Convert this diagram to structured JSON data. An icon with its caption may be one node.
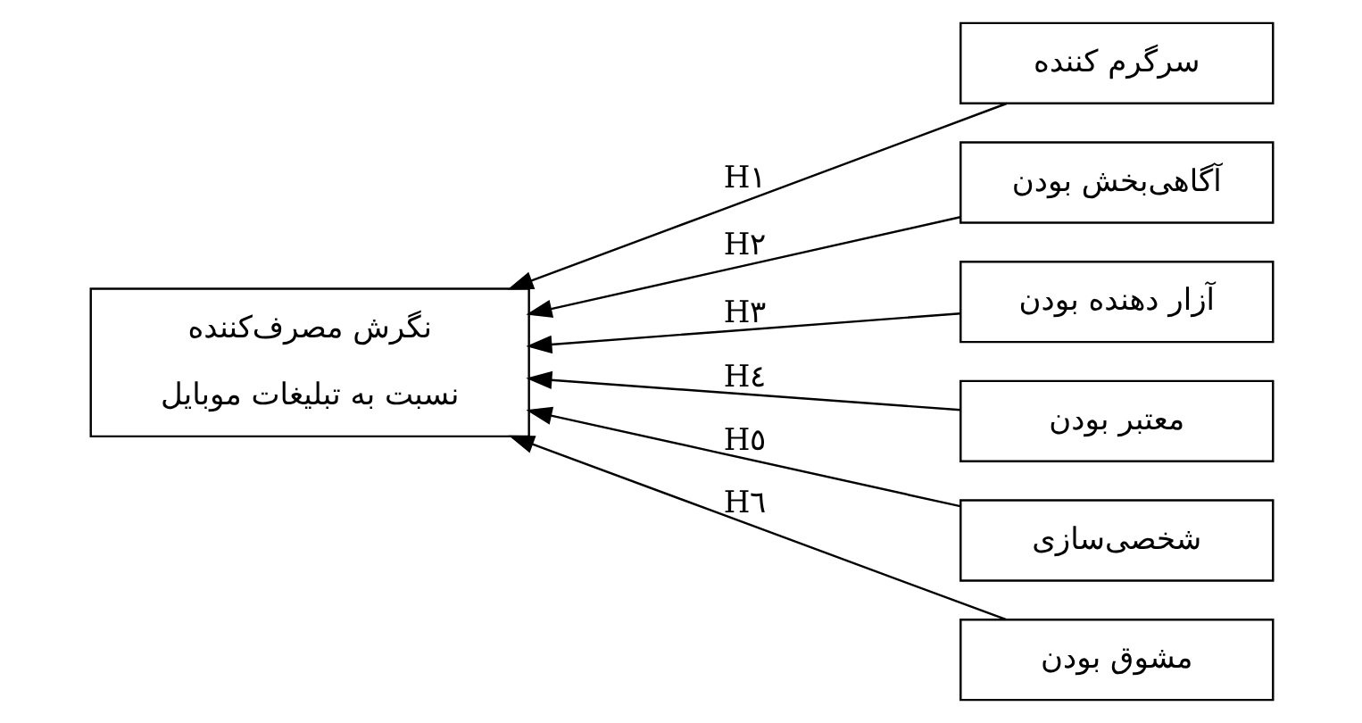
{
  "diagram": {
    "nodes": [
      {
        "text": [
          "نگرش مصرف‌کننده",
          "نسبت به تبلیغات موبایل"
        ]
      },
      {
        "text": [
          "سرگرم کننده"
        ]
      },
      {
        "text": [
          "آگاهی‌بخش بودن"
        ]
      },
      {
        "text": [
          "آزار دهنده بودن"
        ]
      },
      {
        "text": [
          "معتبر بودن"
        ]
      },
      {
        "text": [
          "شخصی‌سازی"
        ]
      },
      {
        "text": [
          "مشوق بودن"
        ]
      }
    ],
    "edges": [
      {
        "from": 1,
        "to": 0,
        "arrow": "to",
        "label": "H١"
      },
      {
        "from": 2,
        "to": 0,
        "arrow": "to",
        "label": "H٢"
      },
      {
        "from": 3,
        "to": 0,
        "arrow": "to",
        "label": "H٣"
      },
      {
        "from": 4,
        "to": 0,
        "arrow": "to",
        "label": "H٤"
      },
      {
        "from": 5,
        "to": 0,
        "arrow": "to",
        "label": "H٥"
      },
      {
        "from": 6,
        "to": 0,
        "arrow": "to",
        "label": "H٦"
      }
    ]
  }
}
